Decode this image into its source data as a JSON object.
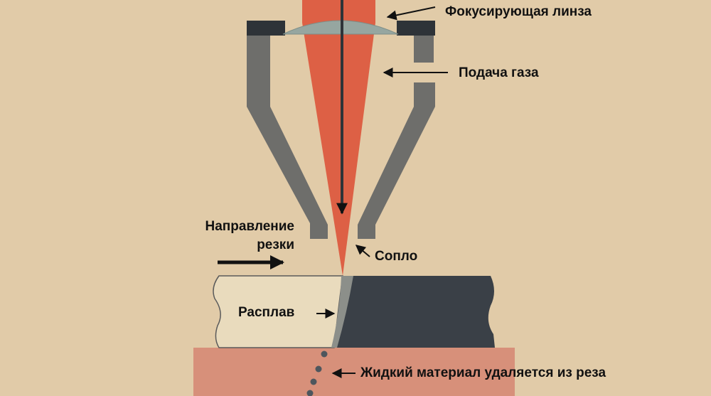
{
  "labels": {
    "lens": "Фокусирующая линза",
    "gas": "Подача газа",
    "direction": "Направление резки",
    "nozzle": "Сопло",
    "melt": "Расплав",
    "ejecta": "Жидкий материал удаляется из реза"
  },
  "colors": {
    "background": "#e1cba8",
    "beam": "#dd6045",
    "nozzle": "#6e6e6b",
    "lens": "#96a6a0",
    "lens_mount": "#2e3338",
    "workpiece_cut": "#e9dbbd",
    "workpiece_solid": "#3a4047",
    "melt_front": "#8c8f8a",
    "base_plate": "#d7907a",
    "droplets": "#4e565d",
    "arrows": "#111111"
  }
}
